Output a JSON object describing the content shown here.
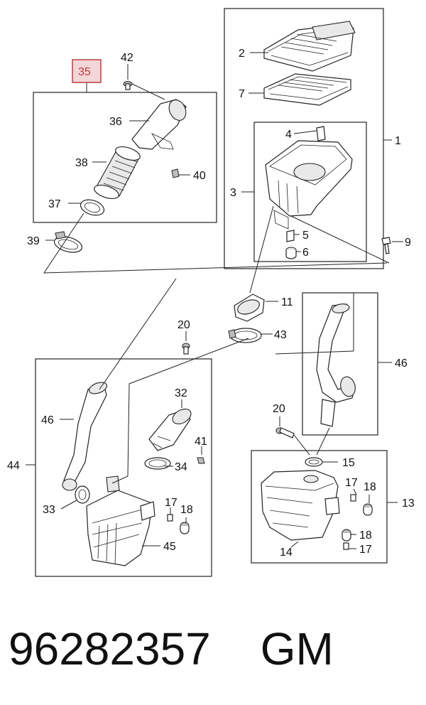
{
  "highlight_color": "#c23a40",
  "highlight_fill": "#f3d6d7",
  "callouts": {
    "c1": "1",
    "c2": "2",
    "c3": "3",
    "c4": "4",
    "c5": "5",
    "c6": "6",
    "c7": "7",
    "c9": "9",
    "c11": "11",
    "c13": "13",
    "c14": "14",
    "c15": "15",
    "c17a": "17",
    "c17b": "17",
    "c17c": "17",
    "c18a": "18",
    "c18b": "18",
    "c18c": "18",
    "c20a": "20",
    "c20b": "20",
    "c32": "32",
    "c33": "33",
    "c34": "34",
    "c35": "35",
    "c36": "36",
    "c37": "37",
    "c38": "38",
    "c39": "39",
    "c40": "40",
    "c41": "41",
    "c42": "42",
    "c43": "43",
    "c44": "44",
    "c45": "45",
    "c46a": "46",
    "c46b": "46"
  },
  "footer": {
    "part_number": "96282357",
    "brand": "GM"
  }
}
